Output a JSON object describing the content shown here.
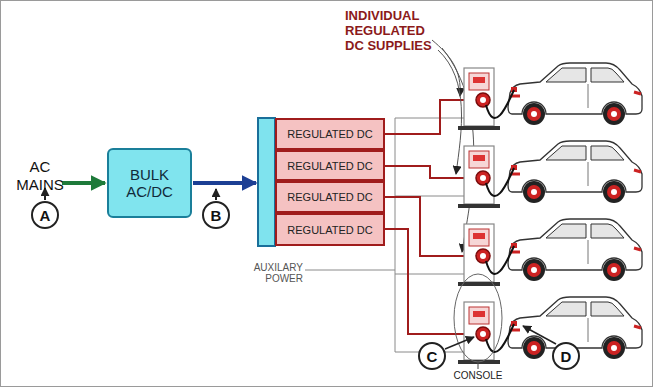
{
  "diagram": {
    "nodes": [
      {
        "text": [
          "BULK AC/DC"
        ]
      },
      {
        "text": [
          "REGULATED DC"
        ]
      },
      {
        "text": [
          "REGULATED DC"
        ]
      },
      {
        "text": [
          "REGULATED DC"
        ]
      },
      {
        "text": [
          "REGULATED DC"
        ]
      },
      {
        "text": [
          "A"
        ]
      },
      {
        "text": [
          "B"
        ]
      },
      {
        "text": [
          "C"
        ]
      },
      {
        "text": [
          "D"
        ]
      }
    ],
    "labels": [
      "AC MAINS",
      "INDIVIDUAL REGULATED DC SUPPLIES",
      "AUXILARY POWER",
      "CONSOLE"
    ]
  }
}
